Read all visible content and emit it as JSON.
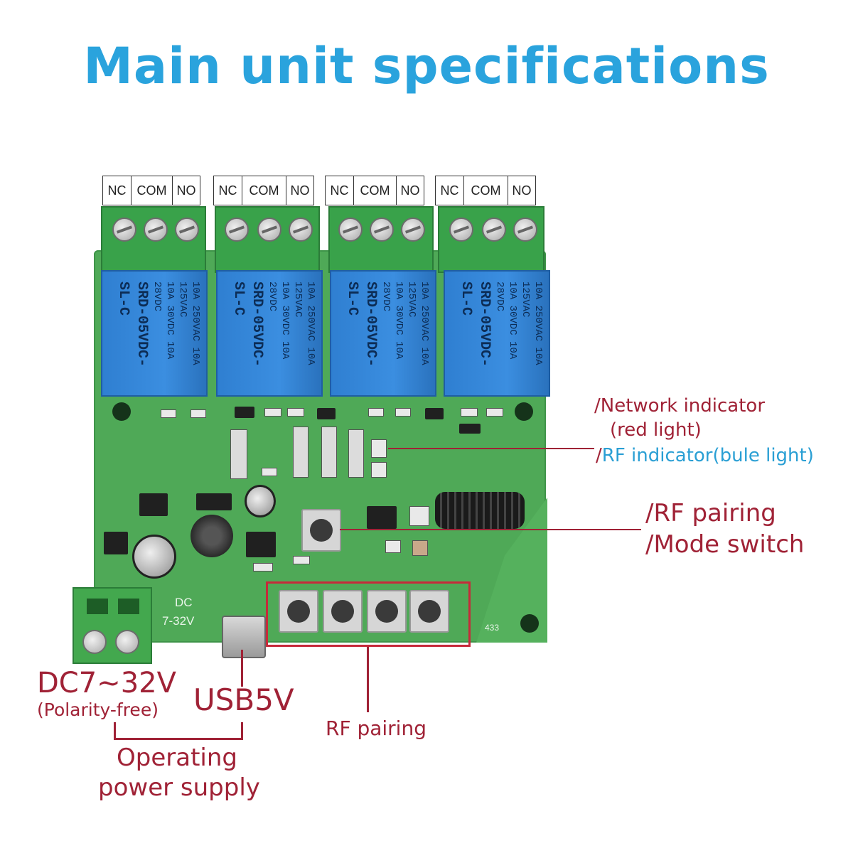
{
  "title": "Main unit specifications",
  "relay_terminals": [
    {
      "labels": [
        "NC",
        "COM",
        "NO"
      ]
    },
    {
      "labels": [
        "NC",
        "COM",
        "NO"
      ]
    },
    {
      "labels": [
        "NC",
        "COM",
        "NO"
      ]
    },
    {
      "labels": [
        "NC",
        "COM",
        "NO"
      ]
    }
  ],
  "relay": {
    "line1": "10A 250VAC 10A 125VAC",
    "line2": "10A 30VDC 10A 28VDC",
    "model": "SRD-05VDC-SL-C"
  },
  "pcb_silkscreen": {
    "dc": "DC",
    "voltage": "7-32V",
    "freq": "433"
  },
  "annotations": {
    "network_indicator": "/Network indicator",
    "network_indicator_sub": "(red light)",
    "rf_indicator_prefix": "/",
    "rf_indicator": "RF indicator(bule light)",
    "rf_pairing_mode_1": "/RF pairing",
    "rf_pairing_mode_2": "/Mode switch",
    "dc_power": "DC7~32V",
    "polarity": "(Polarity-free)",
    "usb": "USB5V",
    "rf_pairing_buttons": "RF pairing",
    "operating_1": "Operating",
    "operating_2": "power supply"
  },
  "colors": {
    "title": "#2aa3dd",
    "annotation_red": "#a02236",
    "annotation_blue": "#2a9fd4",
    "pcb_green": "#4fa957",
    "relay_blue": "#3b8ee0"
  }
}
